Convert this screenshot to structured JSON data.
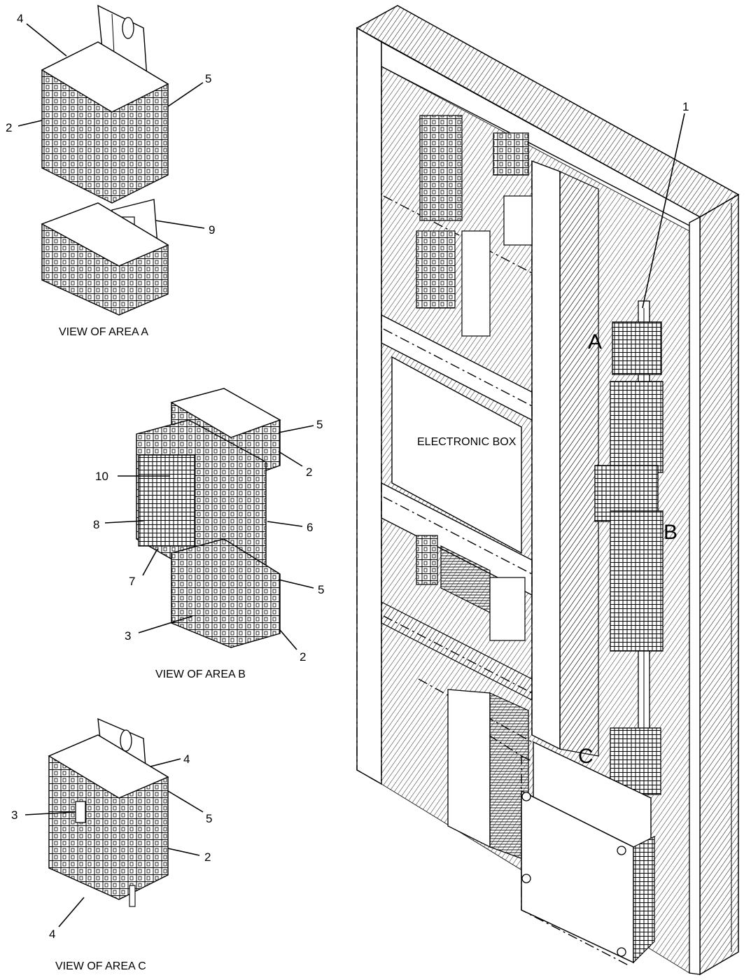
{
  "captions": {
    "view_a": "VIEW OF AREA  A",
    "view_b": "VIEW OF AREA  B",
    "view_c": "VIEW OF AREA  C"
  },
  "main": {
    "box_label": "ELECTRONIC BOX",
    "area_a": "A",
    "area_b": "B",
    "area_c": "C"
  },
  "callouts": {
    "main_1": "1",
    "a_4": "4",
    "a_5": "5",
    "a_2": "2",
    "a_9": "9",
    "b_5_top": "5",
    "b_2_top": "2",
    "b_10": "10",
    "b_8": "8",
    "b_6": "6",
    "b_7": "7",
    "b_5_bottom": "5",
    "b_3": "3",
    "b_2_bottom": "2",
    "c_4_top": "4",
    "c_3": "3",
    "c_5": "5",
    "c_2": "2",
    "c_4_bottom": "4"
  }
}
